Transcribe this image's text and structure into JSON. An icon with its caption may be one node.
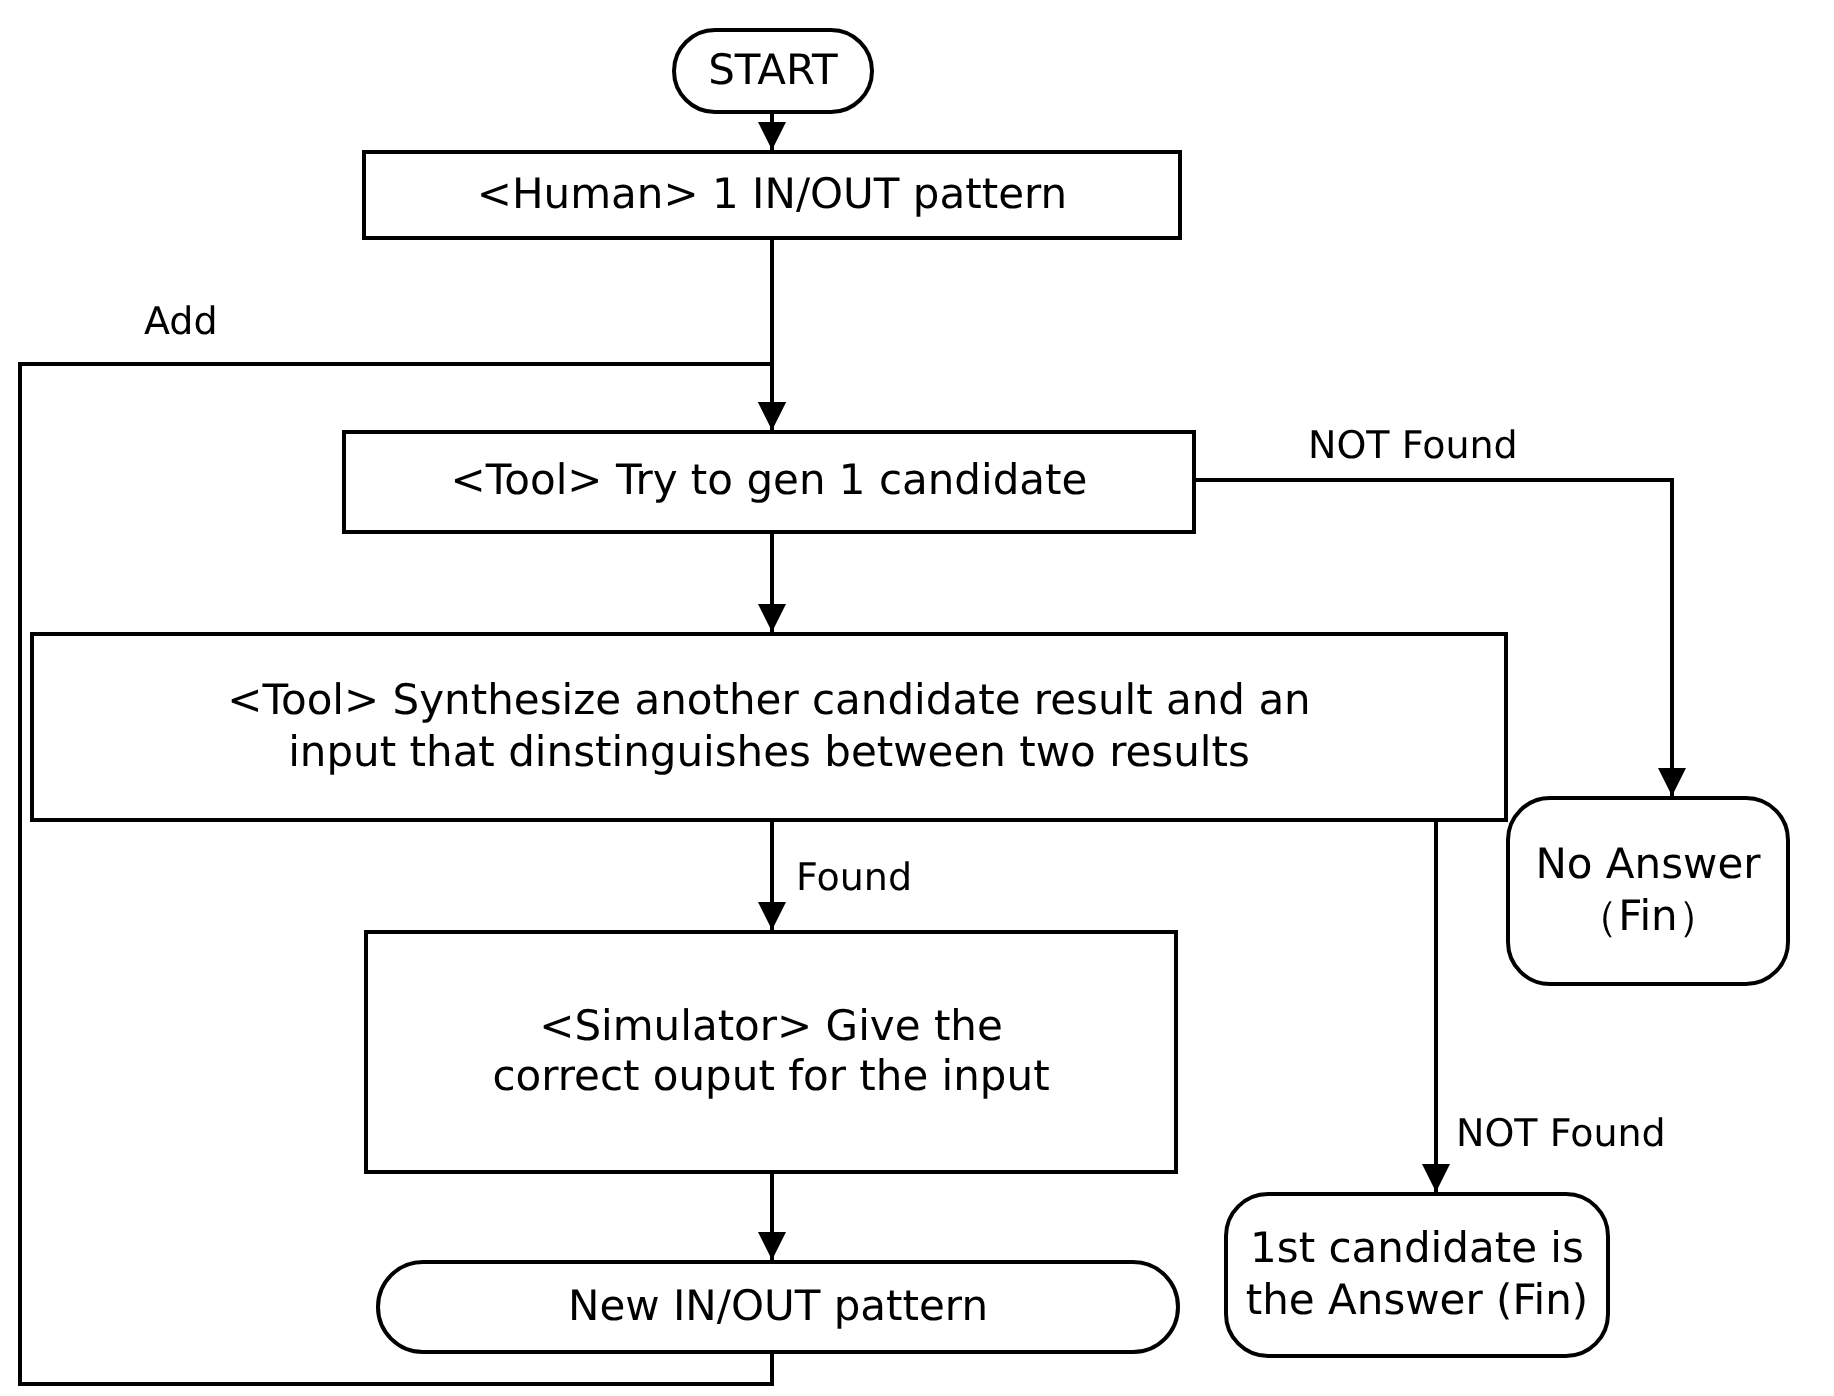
{
  "diagram": {
    "nodes": [
      {
        "text": [
          "START"
        ]
      },
      {
        "text": [
          "<Human> 1 IN/OUT pattern"
        ]
      },
      {
        "text": [
          "<Tool> Try to gen 1 candidate"
        ]
      },
      {
        "text": [
          "<Tool> Synthesize another candidate result and an input that dinstinguishes between two results"
        ]
      },
      {
        "text": [
          "<Simulator> Give the correct ouput for the input"
        ]
      },
      {
        "text": [
          "New IN/OUT pattern"
        ]
      },
      {
        "text": [
          "No Answer （Fin）"
        ]
      },
      {
        "text": [
          "1st candidate is the Answer (Fin)"
        ]
      }
    ],
    "edges": [
      {
        "from": 0,
        "to": 1,
        "arrow": "to"
      },
      {
        "from": 1,
        "to": 2,
        "arrow": "to"
      },
      {
        "from": 2,
        "to": 3,
        "arrow": "to"
      },
      {
        "from": 3,
        "to": 4,
        "arrow": "to",
        "label": "Found"
      },
      {
        "from": 4,
        "to": 5,
        "arrow": "to"
      },
      {
        "from": 5,
        "to": 2,
        "arrow": "to",
        "label": "Add"
      },
      {
        "from": 2,
        "to": 6,
        "arrow": "to",
        "label": "NOT Found"
      },
      {
        "from": 3,
        "to": 7,
        "arrow": "to",
        "label": "NOT Found"
      }
    ]
  }
}
